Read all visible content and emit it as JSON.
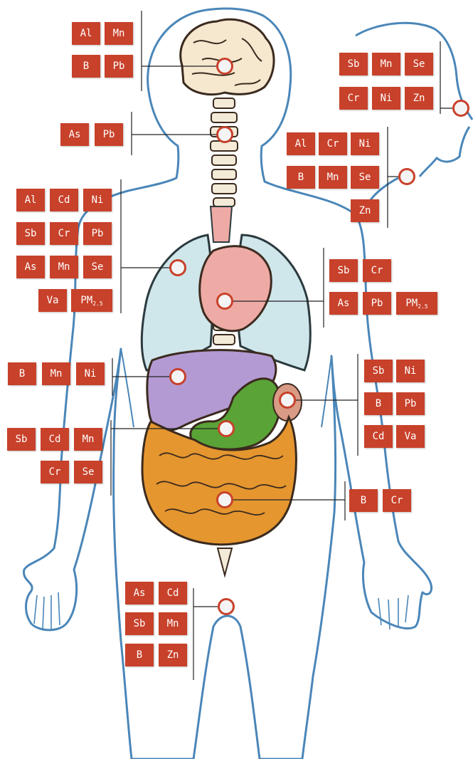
{
  "colors": {
    "tile": "#c8412a",
    "tile_text": "#ffffff",
    "marker_ring": "#c8412a",
    "marker_fill": "#f4f4f4",
    "outline": "#4a86b8",
    "brain": "#f6e7cf",
    "spine": "#f3ead7",
    "lungs": "#cfe6ea",
    "heart": "#eeaaa5",
    "liver": "#b49ad3",
    "stomach": "#5aa337",
    "intestines": "#e5962f",
    "kidney": "#d99b86"
  },
  "groups": {
    "brain": {
      "elements": [
        "Al",
        "Mn",
        "B",
        "Pb"
      ]
    },
    "spinal_cord": {
      "elements": [
        "As",
        "Pb"
      ]
    },
    "head_profile": {
      "elements": [
        "Sb",
        "Mn",
        "Se",
        "Cr",
        "Ni",
        "Zn"
      ]
    },
    "neck_profile": {
      "elements": [
        "Al",
        "Cr",
        "Ni",
        "B",
        "Mn",
        "Se",
        "Zn"
      ]
    },
    "lungs": {
      "elements": [
        "Al",
        "Cd",
        "Ni",
        "Sb",
        "Cr",
        "Pb",
        "As",
        "Mn",
        "Se",
        "Va"
      ],
      "pm": {
        "base": "PM",
        "sub": "2.5"
      }
    },
    "heart": {
      "elements": [
        "Sb",
        "Cr",
        "As",
        "Pb"
      ],
      "pm": {
        "base": "PM",
        "sub": "2.5"
      }
    },
    "liver": {
      "elements": [
        "B",
        "Mn",
        "Ni"
      ]
    },
    "kidney": {
      "elements": [
        "Sb",
        "Ni",
        "B",
        "Pb",
        "Cd",
        "Va"
      ]
    },
    "stomach": {
      "elements": [
        "Sb",
        "Cd",
        "Mn",
        "Cr",
        "Se"
      ]
    },
    "intestine": {
      "elements": [
        "B",
        "Cr"
      ]
    },
    "reproductive": {
      "elements": [
        "As",
        "Cd",
        "Sb",
        "Mn",
        "B",
        "Zn"
      ]
    }
  }
}
